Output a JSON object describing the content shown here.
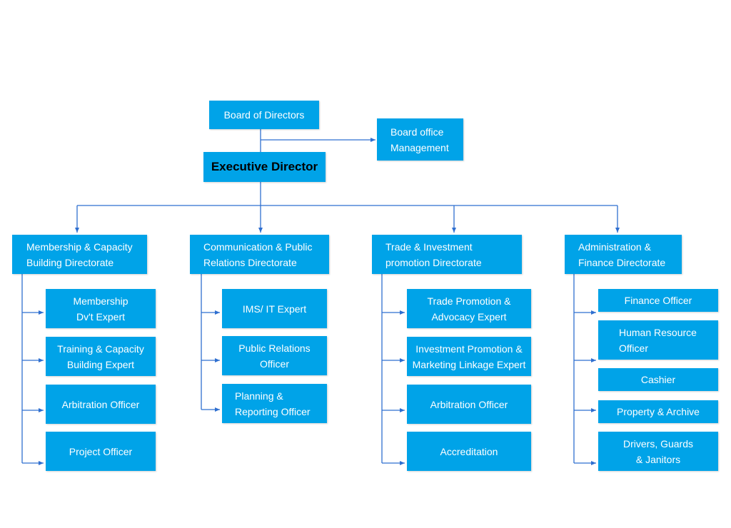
{
  "board": "Board of Directors",
  "board_office": [
    "Board office",
    "Management"
  ],
  "executive": "Executive Director",
  "directorates": [
    {
      "title": [
        "Membership & Capacity",
        "Building Directorate"
      ],
      "roles": [
        [
          "Membership",
          "Dv't Expert"
        ],
        [
          "Training & Capacity",
          "Building Expert"
        ],
        [
          "Arbitration Officer"
        ],
        [
          "Project Officer"
        ]
      ]
    },
    {
      "title": [
        "Communication & Public",
        "Relations Directorate"
      ],
      "roles": [
        [
          "IMS/ IT Expert"
        ],
        [
          "Public Relations",
          "Officer"
        ],
        [
          "Planning &",
          "Reporting Officer"
        ]
      ]
    },
    {
      "title": [
        "Trade  & Investment",
        "promotion Directorate"
      ],
      "roles": [
        [
          "Trade Promotion &",
          "Advocacy Expert"
        ],
        [
          "Investment Promotion &",
          "Marketing Linkage Expert"
        ],
        [
          "Arbitration Officer"
        ],
        [
          "Accreditation"
        ]
      ]
    },
    {
      "title": [
        "Administration &",
        "Finance Directorate"
      ],
      "roles": [
        [
          "Finance Officer"
        ],
        [
          "Human Resource",
          "Officer"
        ],
        [
          "Cashier"
        ],
        [
          "Property & Archive"
        ],
        [
          "Drivers, Guards",
          "& Janitors"
        ]
      ]
    }
  ],
  "colors": {
    "box": "#00a3e8",
    "line": "#2f6fd0",
    "text": "#ffffff"
  }
}
